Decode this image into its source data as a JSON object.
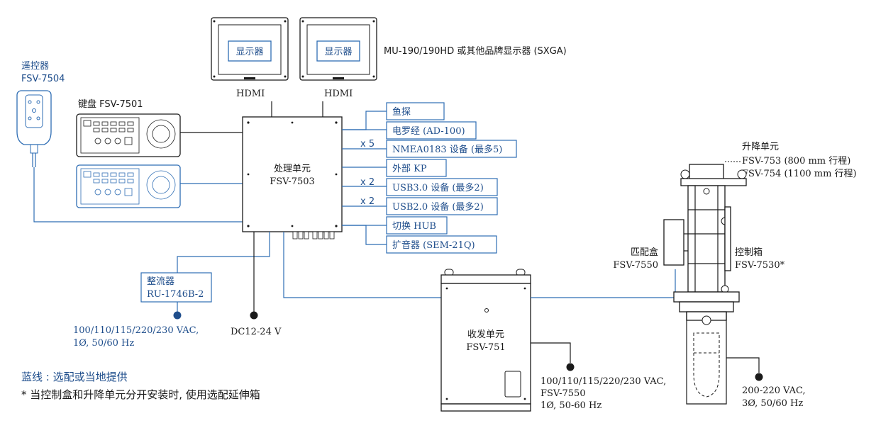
{
  "monitors": {
    "monitor1_label": "显示器",
    "monitor2_label": "显示器",
    "model_note": "MU-190/190HD 或其他品牌显示器 (SXGA)",
    "hdmi1": "HDMI",
    "hdmi2": "HDMI"
  },
  "remote": {
    "title": "遥控器",
    "model": "FSV-7504"
  },
  "keyboard": {
    "label": "键盘 FSV-7501"
  },
  "processor": {
    "title": "处理单元",
    "model": "FSV-7503"
  },
  "peripherals": [
    {
      "label": "鱼探",
      "multiplier": ""
    },
    {
      "label": "电罗经 (AD-100)",
      "multiplier": ""
    },
    {
      "label": "NMEA0183 设备 (最多5)",
      "multiplier": "x 5"
    },
    {
      "label": "外部 KP",
      "multiplier": ""
    },
    {
      "label": "USB3.0 设备 (最多2)",
      "multiplier": "x 2"
    },
    {
      "label": "USB2.0 设备 (最多2)",
      "multiplier": "x 2"
    },
    {
      "label": "切换 HUB",
      "multiplier": ""
    },
    {
      "label": "扩音器 (SEM-21Q)",
      "multiplier": ""
    }
  ],
  "rectifier": {
    "title": "整流器",
    "model": "RU-1746B-2",
    "power": "100/110/115/220/230 VAC,",
    "power2": "1Ø, 50/60 Hz"
  },
  "dc": {
    "label": "DC12-24 V"
  },
  "transceiver": {
    "title": "收发单元",
    "model": "FSV-751",
    "power1": "100/110/115/220/230 VAC,",
    "power2": "FSV-7550",
    "power3": "1Ø, 50-60 Hz"
  },
  "hoist": {
    "title": "升降单元",
    "model1": "FSV-753 (800 mm 行程)",
    "model2": "FSV-754 (1100 mm 行程)"
  },
  "matching_box": {
    "title": "匹配盒",
    "model": "FSV-7550"
  },
  "control_box": {
    "title": "控制箱",
    "model": "FSV-7530*"
  },
  "hoist_power": {
    "line1": "200-220 VAC,",
    "line2": "3Ø, 50/60 Hz"
  },
  "legend": {
    "blue_line": "蓝线 : 选配或当地提供",
    "note": "* 当控制盒和升降单元分开安装时, 使用选配延伸箱"
  },
  "colors": {
    "blue": "#2e6db4",
    "label_blue": "#1f4e8c",
    "black": "#1a1a1a"
  }
}
